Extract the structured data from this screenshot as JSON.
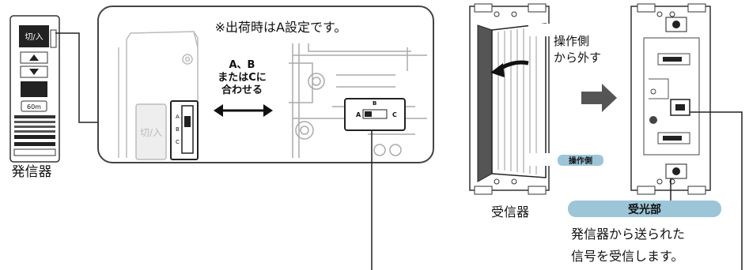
{
  "labels": {
    "note": "※出荷時はA設定です。",
    "align_line1": "A、B",
    "align_line2": "またはCに",
    "align_line3": "合わせる",
    "transmitter": "発信器",
    "receiver": "受信器",
    "remove_line1": "操作側",
    "remove_line2": "から外す",
    "operation_side_tag": "操作側",
    "light_receiver_pill": "受光部",
    "receive_desc_line1": "発信器から送られた",
    "receive_desc_line2": "信号を受信します。"
  },
  "device_marks": {
    "remote_button_top": "切/入",
    "remote_timer": "60m",
    "switch_big": "切/入",
    "switch_a": "A",
    "switch_b": "B",
    "switch_c": "C"
  }
}
